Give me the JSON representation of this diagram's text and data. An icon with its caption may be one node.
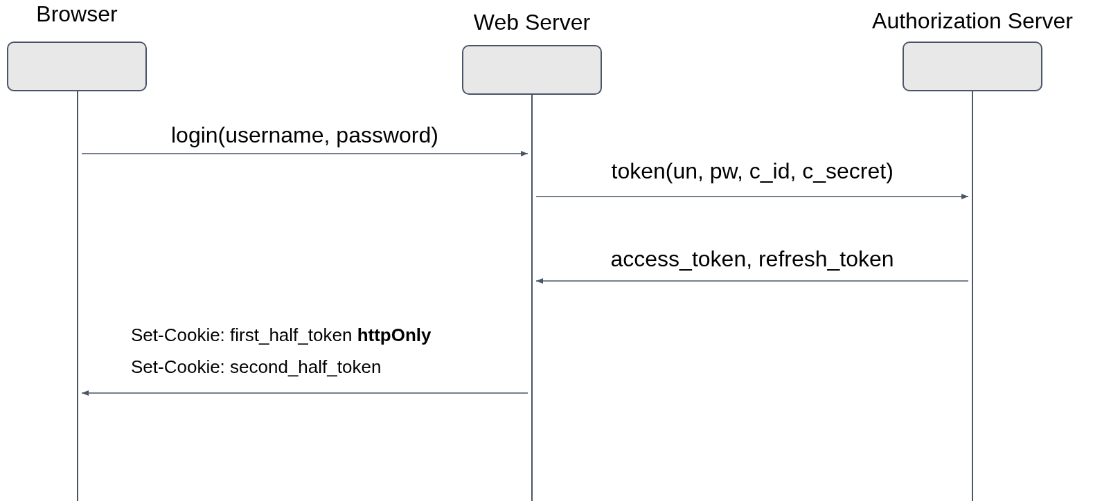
{
  "diagram": {
    "nodes": [
      {
        "text": [
          "Browser"
        ]
      },
      {
        "text": [
          "Web Server"
        ]
      },
      {
        "text": [
          "Authorization Server"
        ]
      }
    ],
    "edges": [
      {
        "from": 0,
        "to": 1,
        "arrow": "to",
        "label": "login(username, password)"
      },
      {
        "from": 1,
        "to": 2,
        "arrow": "to",
        "label": "token(un, pw, c_id, c_secret)"
      },
      {
        "from": 2,
        "to": 1,
        "arrow": "to",
        "label": "access_token, refresh_token"
      },
      {
        "from": 1,
        "to": 0,
        "arrow": "to",
        "label": "Set-Cookie: first_half_token **httpOnly** Set-Cookie: second_half_token"
      }
    ]
  }
}
